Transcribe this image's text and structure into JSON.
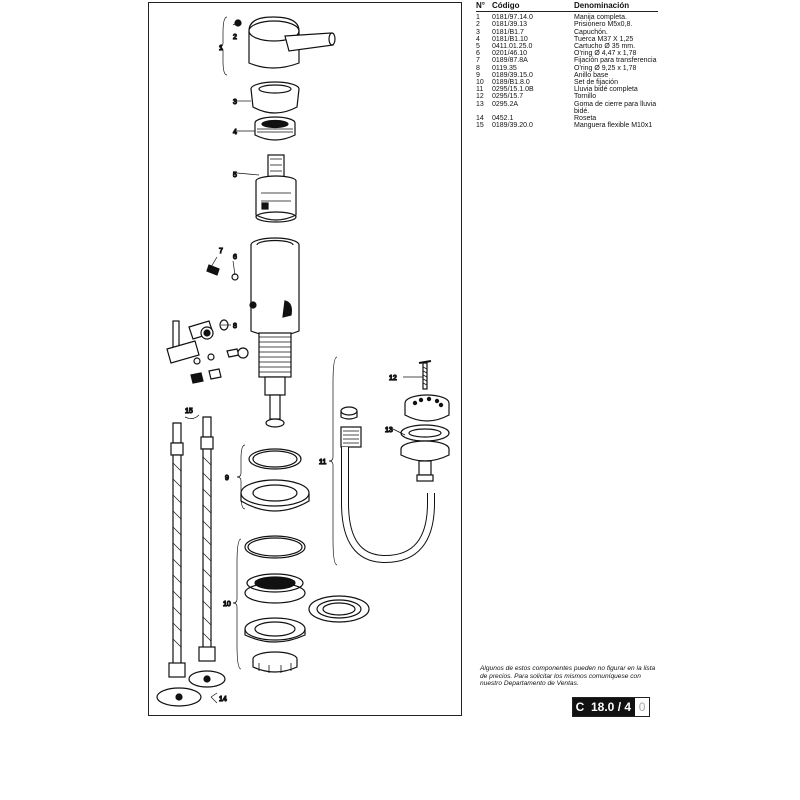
{
  "parts_table": {
    "headers": {
      "num": "N°",
      "code": "Código",
      "name": "Denominación"
    },
    "rows": [
      {
        "num": "1",
        "code": "0181/97.14.0",
        "name": "Manija completa."
      },
      {
        "num": "2",
        "code": "0181/39.13",
        "name": "Prisionero M5x0,8."
      },
      {
        "num": "3",
        "code": "0181/B1.7",
        "name": "Capuchón."
      },
      {
        "num": "4",
        "code": "0181/B1.10",
        "name": "Tuerca M37 X 1,25"
      },
      {
        "num": "5",
        "code": "0411.01.25.0",
        "name": "Cartucho Ø 35 mm."
      },
      {
        "num": "6",
        "code": "0201/46.10",
        "name": "O'ring Ø 4,47 x 1,78"
      },
      {
        "num": "7",
        "code": "0189/87.8A",
        "name": "Fijación para transferencia"
      },
      {
        "num": "8",
        "code": "0119.35",
        "name": "O'ring Ø 9,25 x 1,78"
      },
      {
        "num": "9",
        "code": "0189/39.15.0",
        "name": "Anillo base"
      },
      {
        "num": "10",
        "code": "0189/B1.8.0",
        "name": "Set de fijación"
      },
      {
        "num": "11",
        "code": "0295/15.1.0B",
        "name": "Lluvia bidé completa"
      },
      {
        "num": "12",
        "code": "0295/15.7",
        "name": "Tornillo"
      },
      {
        "num": "13",
        "code": "0295.2A",
        "name": "Goma de cierre para lluvia bidé."
      },
      {
        "num": "14",
        "code": "0452.1",
        "name": "Roseta"
      },
      {
        "num": "15",
        "code": "0189/39.20.0",
        "name": "Manguera flexible M10x1"
      }
    ]
  },
  "diagram": {
    "callouts": {
      "c1": "1",
      "c2": "2",
      "c3": "3",
      "c4": "4",
      "c5": "5",
      "c6": "6",
      "c7": "7",
      "c8": "8",
      "c9": "9",
      "c10": "10",
      "c11": "11",
      "c12": "12",
      "c13": "13",
      "c14": "14",
      "c15": "15"
    }
  },
  "note": "Algunos de estos componentes pueden no figurar en la lista de precios. Para solicitar los mismos comuníquese con nuestro Departamento de Ventas.",
  "page_ref": {
    "letter": "C",
    "number": "18.0 / 4",
    "suffix": "0"
  }
}
